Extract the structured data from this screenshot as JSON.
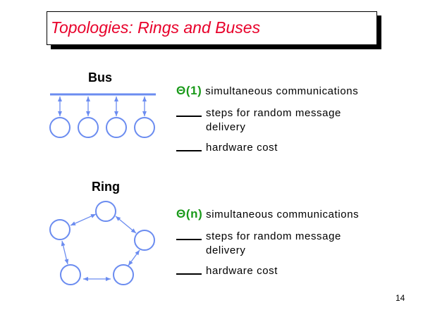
{
  "slide": {
    "title": "Topologies: Rings and Buses",
    "page_number": "14",
    "accent_color": "#e8002a",
    "diagram_color": "#6b8cf0",
    "bus": {
      "label": "Bus",
      "theta": "Θ(1)",
      "items": [
        "simultaneous communications",
        "steps for random message",
        "delivery",
        "hardware cost"
      ]
    },
    "ring": {
      "label": "Ring",
      "theta": "Θ(n)",
      "items": [
        "simultaneous communications",
        "steps for random message",
        "delivery",
        "hardware cost"
      ]
    }
  }
}
